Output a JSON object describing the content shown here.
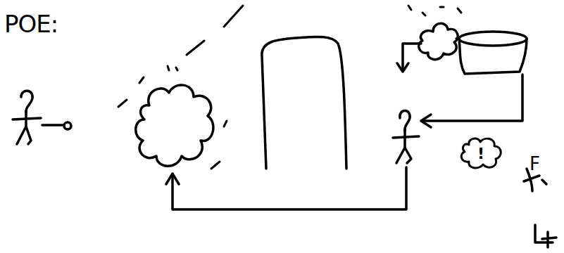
{
  "diagram": {
    "title": "POE:",
    "nodes": [
      {
        "text": [
          "!"
        ]
      }
    ],
    "labels": [
      "F"
    ]
  }
}
